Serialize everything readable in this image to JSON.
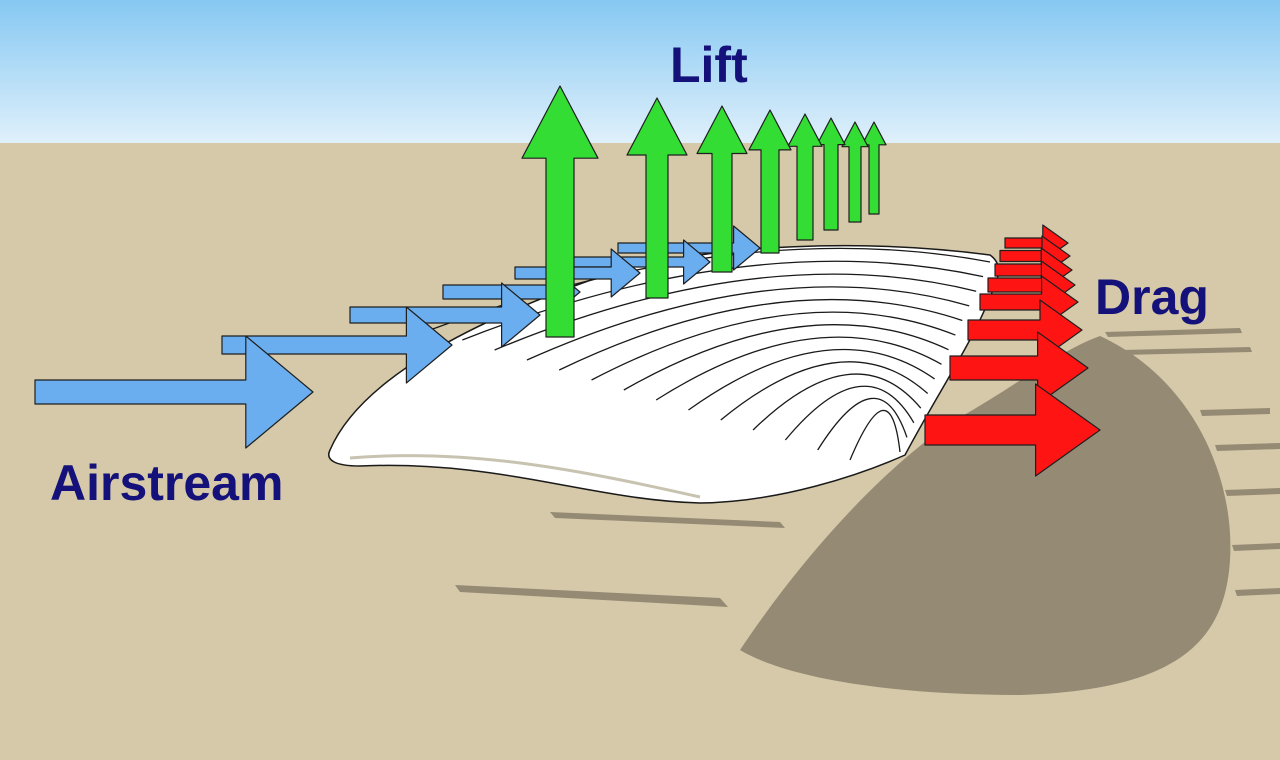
{
  "labels": {
    "lift": "Lift",
    "drag": "Drag",
    "airstream": "Airstream"
  },
  "colors": {
    "sky_top": "#86c8f2",
    "sky_bottom": "#dff0fb",
    "ground": "#d6c9a9",
    "shadow": "#958a74",
    "wing": "#ffffff",
    "wing_line": "#1a1a1a",
    "lift_arrow": "#33dd33",
    "drag_arrow": "#ff1414",
    "airstream_arrow": "#6aaef0",
    "label_text": "#14127a"
  },
  "icons": {
    "lift": "arrow-up-icon",
    "drag": "arrow-right-icon",
    "airstream": "arrow-right-icon"
  }
}
